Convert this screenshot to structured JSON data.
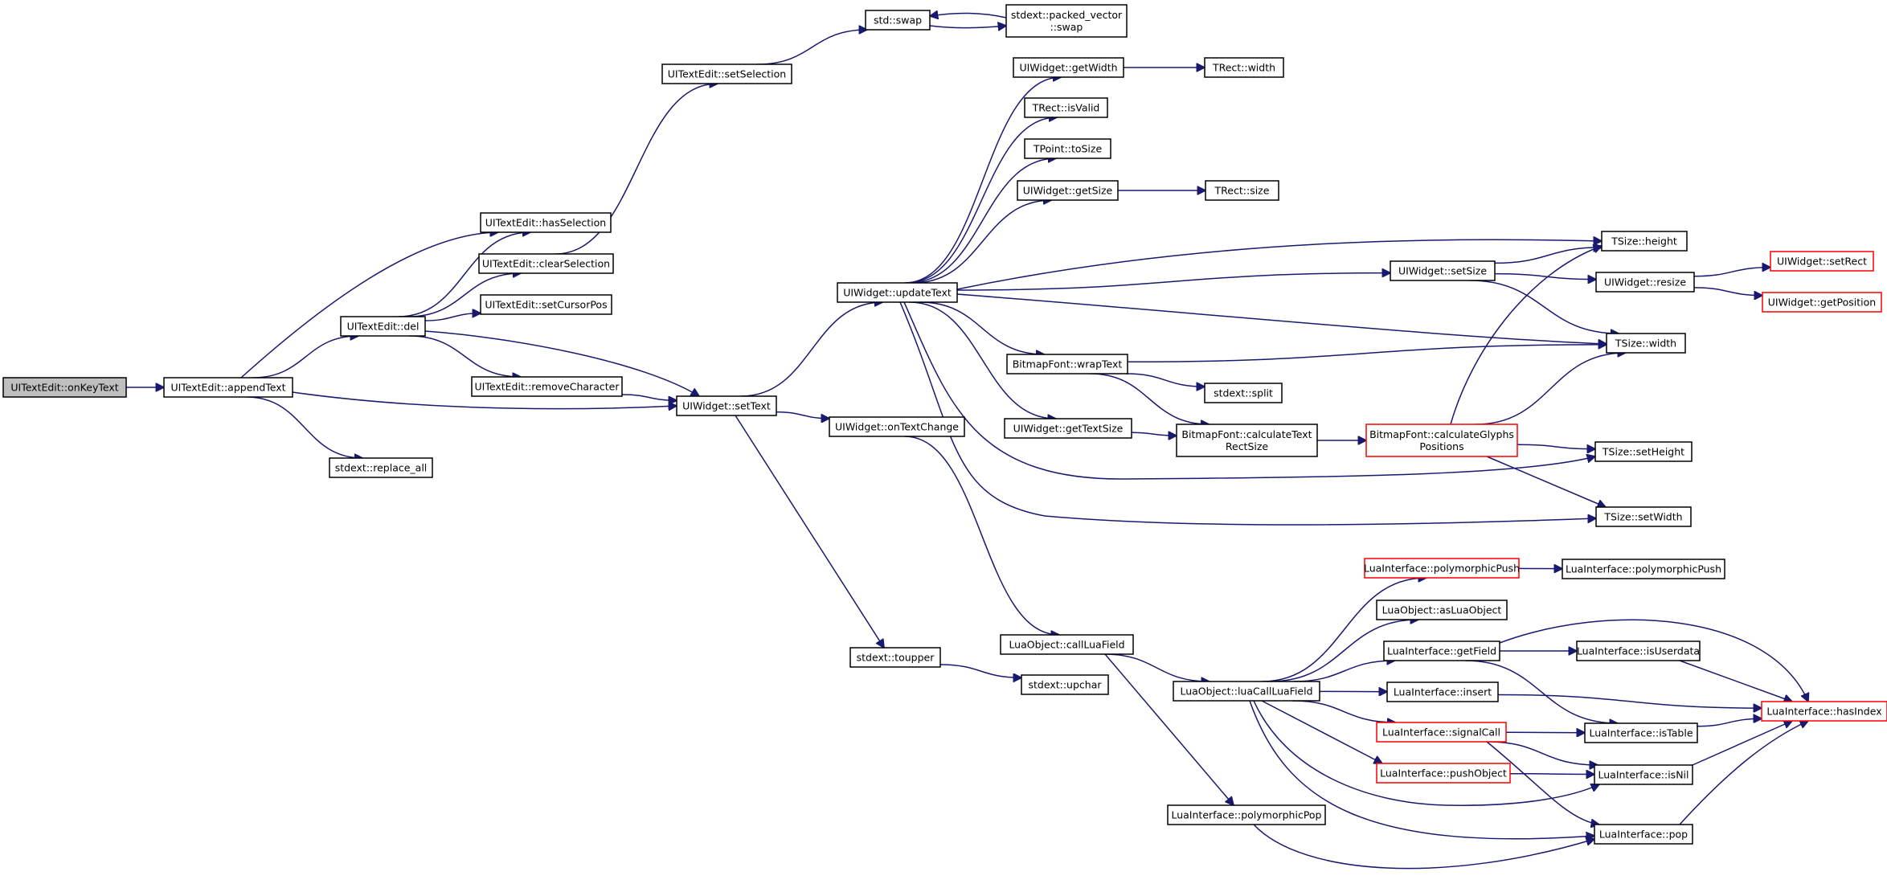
{
  "colors": {
    "edge": "#191970",
    "node_border": "#000000",
    "node_fill": "#ffffff",
    "truncated_border": "#ff0000",
    "root_fill": "#bfbfbf",
    "text": "#000000"
  },
  "nodes": [
    {
      "id": "onKeyText",
      "lines": [
        "UITextEdit::onKeyText"
      ],
      "style": "root"
    },
    {
      "id": "appendText",
      "lines": [
        "UITextEdit::appendText"
      ],
      "style": "normal"
    },
    {
      "id": "hasSelection",
      "lines": [
        "UITextEdit::hasSelection"
      ],
      "style": "normal"
    },
    {
      "id": "clearSelection",
      "lines": [
        "UITextEdit::clearSelection"
      ],
      "style": "normal"
    },
    {
      "id": "setCursorPos",
      "lines": [
        "UITextEdit::setCursorPos"
      ],
      "style": "normal"
    },
    {
      "id": "del",
      "lines": [
        "UITextEdit::del"
      ],
      "style": "normal"
    },
    {
      "id": "removeCharacter",
      "lines": [
        "UITextEdit::removeCharacter"
      ],
      "style": "normal"
    },
    {
      "id": "replaceAll",
      "lines": [
        "stdext::replace_all"
      ],
      "style": "normal"
    },
    {
      "id": "setSelection",
      "lines": [
        "UITextEdit::setSelection"
      ],
      "style": "normal"
    },
    {
      "id": "stdSwap",
      "lines": [
        "std::swap"
      ],
      "style": "normal"
    },
    {
      "id": "pvSwap",
      "lines": [
        "stdext::packed_vector",
        "::swap"
      ],
      "style": "normal"
    },
    {
      "id": "setText",
      "lines": [
        "UIWidget::setText"
      ],
      "style": "normal"
    },
    {
      "id": "updateText",
      "lines": [
        "UIWidget::updateText"
      ],
      "style": "normal"
    },
    {
      "id": "onTextChange",
      "lines": [
        "UIWidget::onTextChange"
      ],
      "style": "normal"
    },
    {
      "id": "toupper",
      "lines": [
        "stdext::toupper"
      ],
      "style": "normal"
    },
    {
      "id": "upchar",
      "lines": [
        "stdext::upchar"
      ],
      "style": "normal"
    },
    {
      "id": "getWidth",
      "lines": [
        "UIWidget::getWidth"
      ],
      "style": "normal"
    },
    {
      "id": "trectWidth",
      "lines": [
        "TRect::width"
      ],
      "style": "normal"
    },
    {
      "id": "isValid",
      "lines": [
        "TRect::isValid"
      ],
      "style": "normal"
    },
    {
      "id": "toSize",
      "lines": [
        "TPoint::toSize"
      ],
      "style": "normal"
    },
    {
      "id": "getSize",
      "lines": [
        "UIWidget::getSize"
      ],
      "style": "normal"
    },
    {
      "id": "trectSize",
      "lines": [
        "TRect::size"
      ],
      "style": "normal"
    },
    {
      "id": "tsHeight",
      "lines": [
        "TSize::height"
      ],
      "style": "normal"
    },
    {
      "id": "setSize",
      "lines": [
        "UIWidget::setSize"
      ],
      "style": "normal"
    },
    {
      "id": "resize",
      "lines": [
        "UIWidget::resize"
      ],
      "style": "normal"
    },
    {
      "id": "setRect",
      "lines": [
        "UIWidget::setRect"
      ],
      "style": "truncated"
    },
    {
      "id": "getPosition",
      "lines": [
        "UIWidget::getPosition"
      ],
      "style": "truncated"
    },
    {
      "id": "tsWidth",
      "lines": [
        "TSize::width"
      ],
      "style": "normal"
    },
    {
      "id": "wrapText",
      "lines": [
        "BitmapFont::wrapText"
      ],
      "style": "normal"
    },
    {
      "id": "split",
      "lines": [
        "stdext::split"
      ],
      "style": "normal"
    },
    {
      "id": "getTextSize",
      "lines": [
        "UIWidget::getTextSize"
      ],
      "style": "normal"
    },
    {
      "id": "calcTextRect",
      "lines": [
        "BitmapFont::calculateText",
        "RectSize"
      ],
      "style": "normal"
    },
    {
      "id": "calcGlyphs",
      "lines": [
        "BitmapFont::calculateGlyphs",
        "Positions"
      ],
      "style": "truncated"
    },
    {
      "id": "setHeight",
      "lines": [
        "TSize::setHeight"
      ],
      "style": "normal"
    },
    {
      "id": "setWidth",
      "lines": [
        "TSize::setWidth"
      ],
      "style": "normal"
    },
    {
      "id": "polyPushR",
      "lines": [
        "LuaInterface::polymorphicPush"
      ],
      "style": "truncated"
    },
    {
      "id": "polyPush",
      "lines": [
        "LuaInterface::polymorphicPush"
      ],
      "style": "normal"
    },
    {
      "id": "asLuaObject",
      "lines": [
        "LuaObject::asLuaObject"
      ],
      "style": "normal"
    },
    {
      "id": "callLuaField",
      "lines": [
        "LuaObject::callLuaField"
      ],
      "style": "normal"
    },
    {
      "id": "luaCallLuaField",
      "lines": [
        "LuaObject::luaCallLuaField"
      ],
      "style": "normal"
    },
    {
      "id": "getField",
      "lines": [
        "LuaInterface::getField"
      ],
      "style": "normal"
    },
    {
      "id": "isUserdata",
      "lines": [
        "LuaInterface::isUserdata"
      ],
      "style": "normal"
    },
    {
      "id": "insert",
      "lines": [
        "LuaInterface::insert"
      ],
      "style": "normal"
    },
    {
      "id": "hasIndex",
      "lines": [
        "LuaInterface::hasIndex"
      ],
      "style": "truncated"
    },
    {
      "id": "signalCall",
      "lines": [
        "LuaInterface::signalCall"
      ],
      "style": "truncated"
    },
    {
      "id": "isTable",
      "lines": [
        "LuaInterface::isTable"
      ],
      "style": "normal"
    },
    {
      "id": "pushObject",
      "lines": [
        "LuaInterface::pushObject"
      ],
      "style": "truncated"
    },
    {
      "id": "isNil",
      "lines": [
        "LuaInterface::isNil"
      ],
      "style": "normal"
    },
    {
      "id": "polyPop",
      "lines": [
        "LuaInterface::polymorphicPop"
      ],
      "style": "normal"
    },
    {
      "id": "pop",
      "lines": [
        "LuaInterface::pop"
      ],
      "style": "normal"
    }
  ],
  "edges": [
    [
      "onKeyText",
      "appendText"
    ],
    [
      "appendText",
      "hasSelection"
    ],
    [
      "appendText",
      "del"
    ],
    [
      "appendText",
      "setText"
    ],
    [
      "appendText",
      "replaceAll"
    ],
    [
      "del",
      "hasSelection"
    ],
    [
      "del",
      "clearSelection"
    ],
    [
      "del",
      "setCursorPos"
    ],
    [
      "del",
      "removeCharacter"
    ],
    [
      "del",
      "setText"
    ],
    [
      "removeCharacter",
      "setText"
    ],
    [
      "clearSelection",
      "setSelection"
    ],
    [
      "setSelection",
      "stdSwap"
    ],
    [
      "stdSwap",
      "pvSwap"
    ],
    [
      "pvSwap",
      "stdSwap"
    ],
    [
      "setText",
      "updateText"
    ],
    [
      "setText",
      "onTextChange"
    ],
    [
      "setText",
      "toupper"
    ],
    [
      "toupper",
      "upchar"
    ],
    [
      "onTextChange",
      "callLuaField"
    ],
    [
      "updateText",
      "getWidth"
    ],
    [
      "updateText",
      "isValid"
    ],
    [
      "updateText",
      "toSize"
    ],
    [
      "updateText",
      "getSize"
    ],
    [
      "updateText",
      "tsHeight"
    ],
    [
      "updateText",
      "setSize"
    ],
    [
      "updateText",
      "tsWidth"
    ],
    [
      "updateText",
      "wrapText"
    ],
    [
      "updateText",
      "getTextSize"
    ],
    [
      "updateText",
      "setHeight"
    ],
    [
      "updateText",
      "setWidth"
    ],
    [
      "getWidth",
      "trectWidth"
    ],
    [
      "getSize",
      "trectSize"
    ],
    [
      "setSize",
      "tsHeight"
    ],
    [
      "setSize",
      "resize"
    ],
    [
      "setSize",
      "tsWidth"
    ],
    [
      "resize",
      "setRect"
    ],
    [
      "resize",
      "getPosition"
    ],
    [
      "wrapText",
      "tsWidth"
    ],
    [
      "wrapText",
      "split"
    ],
    [
      "wrapText",
      "calcTextRect"
    ],
    [
      "getTextSize",
      "calcTextRect"
    ],
    [
      "calcTextRect",
      "calcGlyphs"
    ],
    [
      "calcGlyphs",
      "tsHeight"
    ],
    [
      "calcGlyphs",
      "tsWidth"
    ],
    [
      "calcGlyphs",
      "setHeight"
    ],
    [
      "calcGlyphs",
      "setWidth"
    ],
    [
      "callLuaField",
      "luaCallLuaField"
    ],
    [
      "callLuaField",
      "polyPop"
    ],
    [
      "polyPop",
      "pop"
    ],
    [
      "luaCallLuaField",
      "polyPushR"
    ],
    [
      "luaCallLuaField",
      "asLuaObject"
    ],
    [
      "luaCallLuaField",
      "getField"
    ],
    [
      "luaCallLuaField",
      "insert"
    ],
    [
      "luaCallLuaField",
      "signalCall"
    ],
    [
      "luaCallLuaField",
      "pushObject"
    ],
    [
      "luaCallLuaField",
      "isNil"
    ],
    [
      "luaCallLuaField",
      "pop"
    ],
    [
      "polyPushR",
      "polyPush"
    ],
    [
      "getField",
      "isUserdata"
    ],
    [
      "getField",
      "hasIndex"
    ],
    [
      "getField",
      "isTable"
    ],
    [
      "isUserdata",
      "hasIndex"
    ],
    [
      "insert",
      "hasIndex"
    ],
    [
      "signalCall",
      "isTable"
    ],
    [
      "signalCall",
      "isNil"
    ],
    [
      "signalCall",
      "pop"
    ],
    [
      "pushObject",
      "isNil"
    ],
    [
      "isTable",
      "hasIndex"
    ],
    [
      "isNil",
      "hasIndex"
    ],
    [
      "pop",
      "hasIndex"
    ]
  ]
}
